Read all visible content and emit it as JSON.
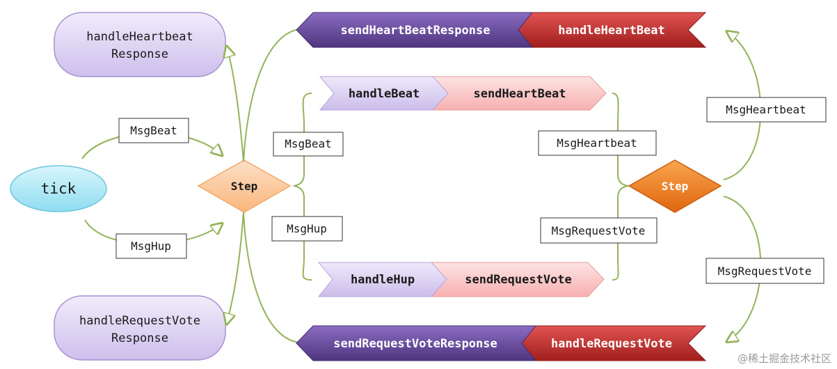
{
  "left": {
    "tick": "tick",
    "msg_beat": "MsgBeat",
    "msg_hup": "MsgHup",
    "step": "Step",
    "handle_hb_response": [
      "handleHeartbeat",
      "Response"
    ],
    "handle_rv_response": [
      "handleRequestVote",
      "Response"
    ]
  },
  "middle": {
    "msg_beat": "MsgBeat",
    "msg_hup": "MsgHup",
    "handle_beat": "handleBeat",
    "send_heartbeat": "sendHeartBeat",
    "handle_hup": "handleHup",
    "send_request_vote": "sendRequestVote"
  },
  "top_bar": {
    "send": "sendHeartBeatResponse",
    "handle": "handleHeartBeat"
  },
  "bottom_bar": {
    "send": "sendRequestVoteResponse",
    "handle": "handleRequestVote"
  },
  "right": {
    "msg_heartbeat": "MsgHeartbeat",
    "msg_request_vote": "MsgRequestVote",
    "step": "Step",
    "msg_heartbeat_far": "MsgHeartbeat",
    "msg_request_vote_far": "MsgRequestVote"
  },
  "watermark": "@稀土掘金技术社区",
  "colors": {
    "connector": "#93b35a",
    "purple_light": "#d9cdf0",
    "pink_light": "#fbc8c8",
    "purple_dark": "#6a4d9b",
    "red_dark": "#c4302e",
    "orange_light": "#fcc9a0",
    "orange_dark": "#ee7a1e",
    "cyan": "#a5e8f6"
  }
}
